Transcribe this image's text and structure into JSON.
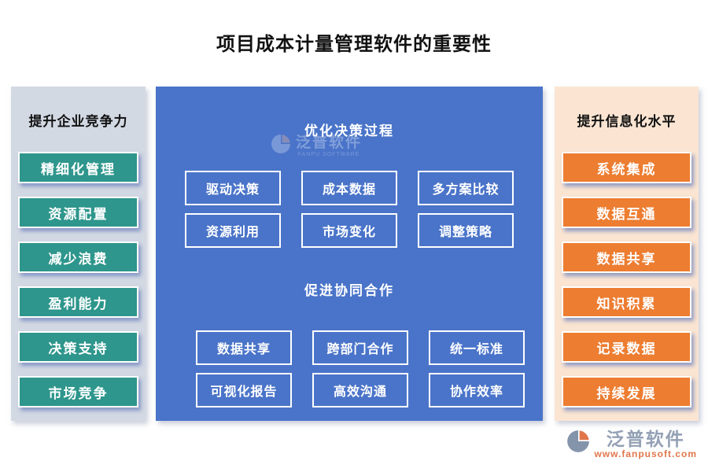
{
  "title": "项目成本计量管理软件的重要性",
  "left_panel": {
    "header": "提升企业竞争力",
    "bg_color": "#d3d9e3",
    "button_color": "#2e968c",
    "items": [
      "精细化管理",
      "资源配置",
      "减少浪费",
      "盈利能力",
      "决策支持",
      "市场竞争"
    ]
  },
  "center_panel": {
    "bg_color": "#4a74c9",
    "sections": [
      {
        "header": "优化决策过程",
        "items": [
          "驱动决策",
          "成本数据",
          "多方案比较",
          "资源利用",
          "市场变化",
          "调整策略"
        ]
      },
      {
        "header": "促进协同合作",
        "items": [
          "数据共享",
          "跨部门合作",
          "统一标准",
          "可视化报告",
          "高效沟通",
          "协作效率"
        ]
      }
    ]
  },
  "right_panel": {
    "header": "提升信息化水平",
    "bg_color": "#fbe5d2",
    "button_color": "#ed7d31",
    "items": [
      "系统集成",
      "数据互通",
      "数据共享",
      "知识积累",
      "记录数据",
      "持续发展"
    ]
  },
  "watermark": {
    "text": "泛普软件",
    "subtext": "FANPU SOFTWARE"
  },
  "footer": {
    "brand": "泛普软件",
    "url": "www.fanpusoft.com"
  }
}
